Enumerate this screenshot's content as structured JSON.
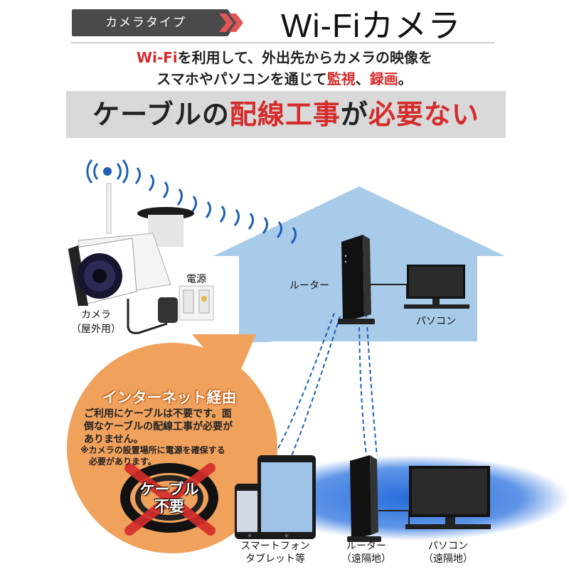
{
  "header": {
    "badge_label": "カメラタイプ",
    "title": "Wi-Fiカメラ"
  },
  "description": {
    "line1_highlight": "Wi-Fi",
    "line1_rest": "を利用して、外出先からカメラの映像を",
    "line2_pre": "スマホやパソコンを通じて",
    "line2_kanshi": "監視",
    "line2_sep": "、",
    "line2_rokuga": "録画",
    "line2_end": "。"
  },
  "banner": {
    "part1": "ケーブルの",
    "part2": "配線工事",
    "part3": "が",
    "part4": "必要ない"
  },
  "diagram": {
    "camera_label_1": "カメラ",
    "camera_label_2": "（屋外用）",
    "power_label": "電源",
    "router_label": "ルーター",
    "pc_label": "パソコン",
    "smartphone_label_1": "スマートフォン",
    "smartphone_label_2": "タブレット等",
    "remote_router_label_1": "ルーター",
    "remote_router_label_2": "（遠隔地）",
    "remote_pc_label_1": "パソコン",
    "remote_pc_label_2": "（遠隔地）"
  },
  "callout": {
    "title": "インターネット経由",
    "text_line1": "ご利用にケーブルは不要です。面",
    "text_line2": "倒なケーブルの配線工事が必要が",
    "text_line3": "ありません。",
    "note_line1": "※カメラの設置場所に電源を確保する",
    "note_line2": "必要があります。",
    "cable_line1": "ケーブル",
    "cable_line2": "不要"
  },
  "colors": {
    "accent_red": "#d52b2b",
    "house_blue": "#a9cbea",
    "wifi_blue": "#1f5fb4",
    "callout_orange": "#f0a15c",
    "remote_glow": "#1a63d8"
  }
}
